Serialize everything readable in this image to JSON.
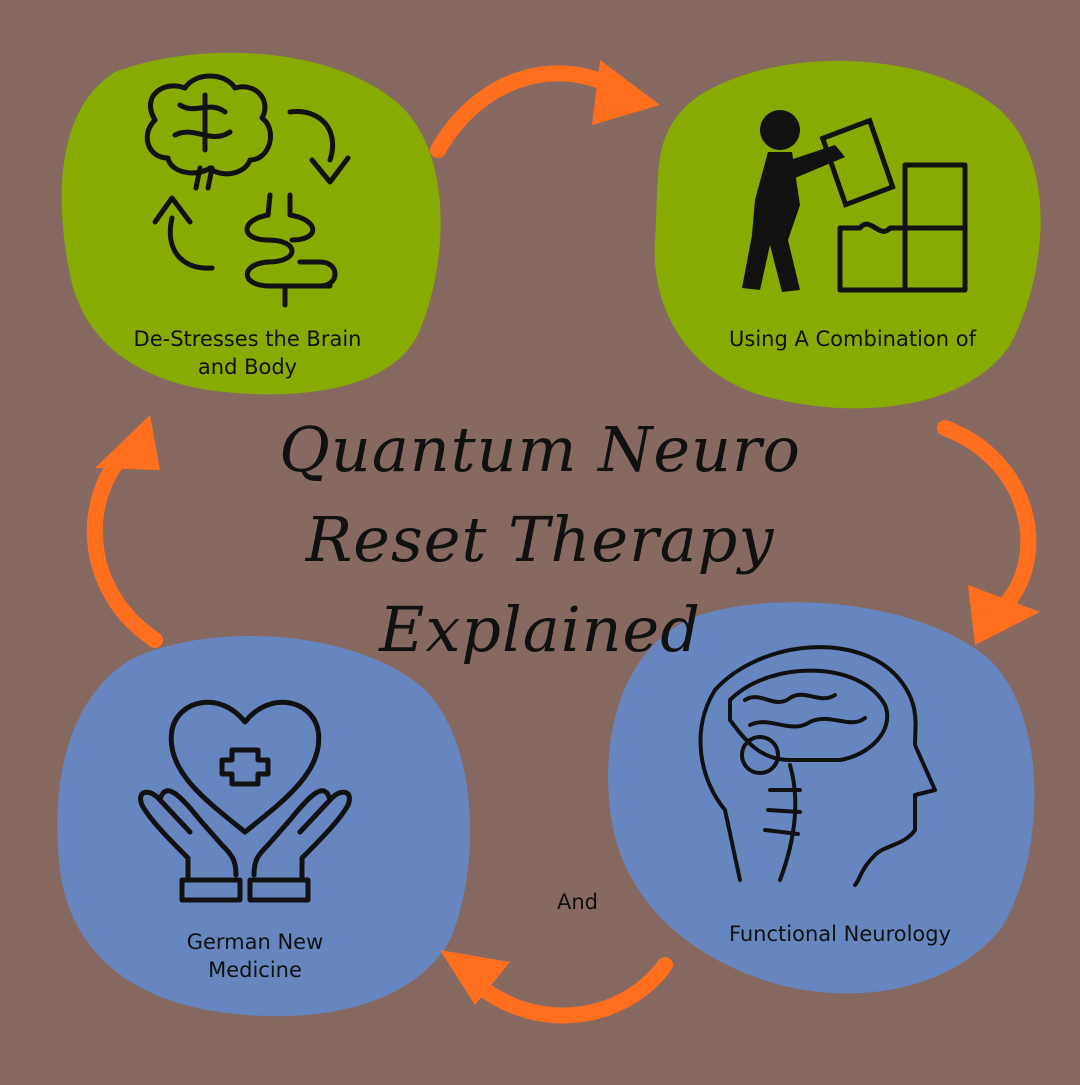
{
  "title": {
    "line1": "Quantum Neuro",
    "line2": "Reset Therapy",
    "line3": "Explained"
  },
  "steps": [
    {
      "line1": "De-Stresses the Brain",
      "line2": "and Body",
      "icon": "brain-gut-cycle-icon"
    },
    {
      "line1": "Using A Combination of",
      "icon": "person-puzzle-icon"
    },
    {
      "line1": "Functional Neurology",
      "icon": "head-brain-section-icon"
    },
    {
      "line1": "German New",
      "line2": "Medicine",
      "icon": "heart-hands-icon"
    }
  ],
  "connector": "And",
  "colors": {
    "background": "#866961",
    "green_blob": "#87ab01",
    "blue_blob": "#6786bf",
    "arrow": "#ff6f1e"
  }
}
